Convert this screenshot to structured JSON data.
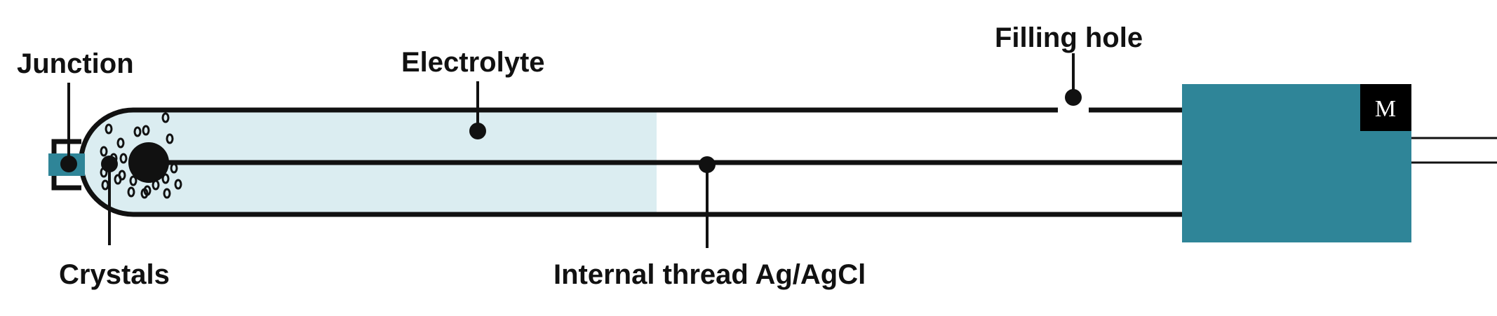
{
  "labels": {
    "junction": "Junction",
    "electrolyte": "Electrolyte",
    "filling_hole": "Filling hole",
    "crystals": "Crystals",
    "internal_thread": "Internal thread Ag/AgCl"
  },
  "meter": {
    "letter": "M"
  },
  "colors": {
    "teal": "#2f8598",
    "electrolyte": "#dbedf1",
    "line": "#111111",
    "meter_badge": "#000000"
  }
}
